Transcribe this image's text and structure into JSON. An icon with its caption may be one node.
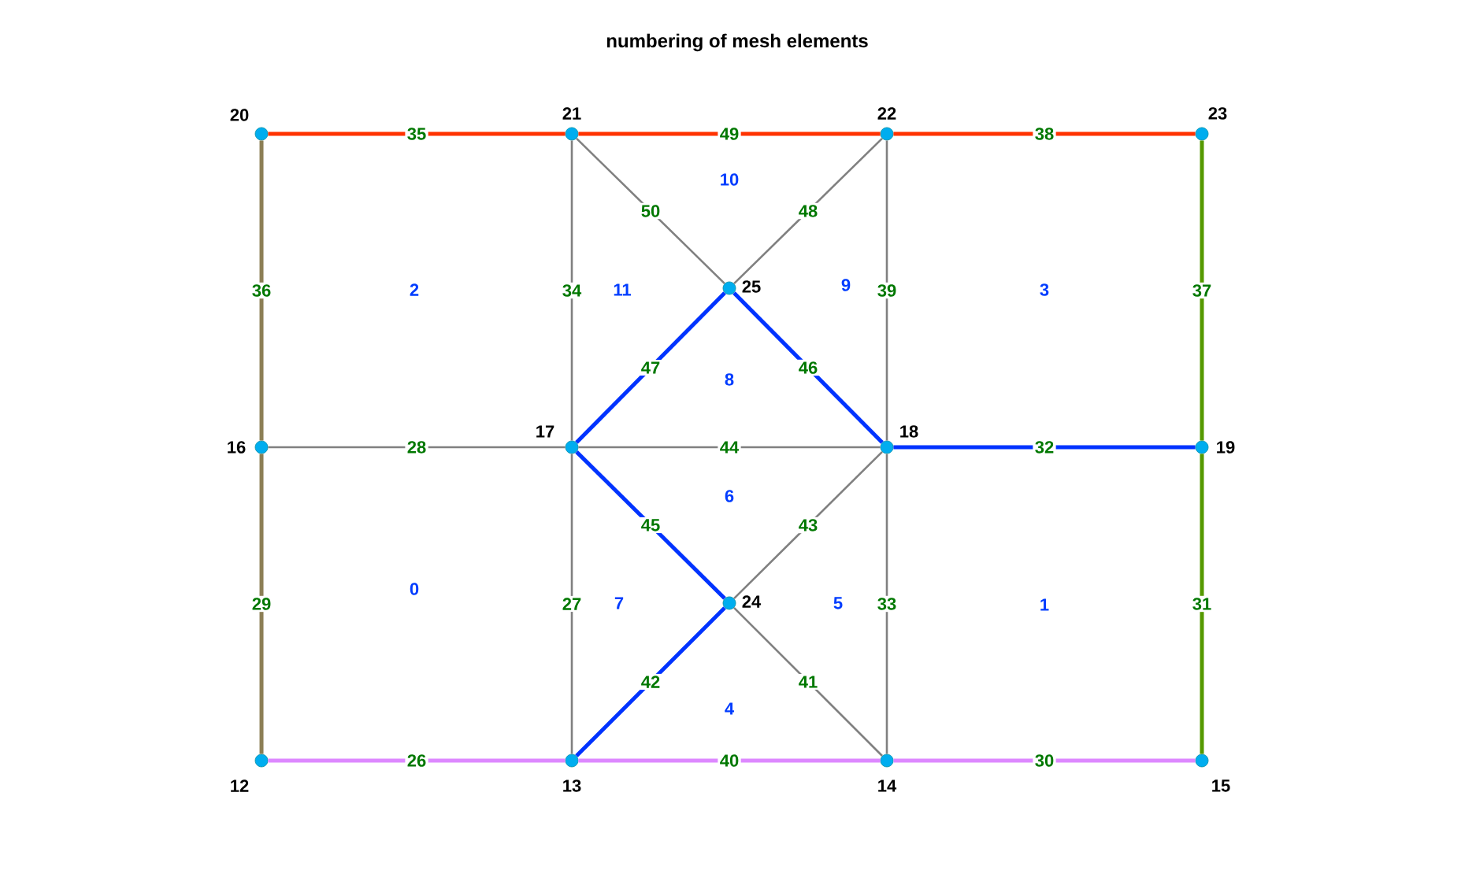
{
  "diagram": {
    "title": "numbering of mesh elements",
    "nodes": [
      {
        "text": [],
        "shape": "circle",
        "beside": [
          "20"
        ]
      },
      {
        "text": [],
        "shape": "circle",
        "beside": [
          "21"
        ]
      },
      {
        "text": [],
        "shape": "circle",
        "beside": [
          "22"
        ]
      },
      {
        "text": [],
        "shape": "circle",
        "beside": [
          "23"
        ]
      },
      {
        "text": [],
        "shape": "circle",
        "beside": [
          "25"
        ]
      },
      {
        "text": [],
        "shape": "circle",
        "beside": [
          "16"
        ]
      },
      {
        "text": [],
        "shape": "circle",
        "beside": [
          "17"
        ]
      },
      {
        "text": [],
        "shape": "circle",
        "beside": [
          "18"
        ]
      },
      {
        "text": [],
        "shape": "circle",
        "beside": [
          "19"
        ]
      },
      {
        "text": [],
        "shape": "circle",
        "beside": [
          "24"
        ]
      },
      {
        "text": [],
        "shape": "circle",
        "beside": [
          "12"
        ]
      },
      {
        "text": [],
        "shape": "circle",
        "beside": [
          "13"
        ]
      },
      {
        "text": [],
        "shape": "circle",
        "beside": [
          "14"
        ]
      },
      {
        "text": [],
        "shape": "circle",
        "beside": [
          "15"
        ]
      }
    ],
    "edges": [
      {
        "from": 0,
        "to": 1,
        "arrow": "none",
        "label": "35",
        "color": "#ff3300"
      },
      {
        "from": 1,
        "to": 2,
        "arrow": "none",
        "label": "49",
        "color": "#ff3300"
      },
      {
        "from": 2,
        "to": 3,
        "arrow": "none",
        "label": "38",
        "color": "#ff3300"
      },
      {
        "from": 0,
        "to": 5,
        "arrow": "none",
        "label": "36",
        "color": "#8c7f55"
      },
      {
        "from": 5,
        "to": 10,
        "arrow": "none",
        "label": "29",
        "color": "#8c7f55"
      },
      {
        "from": 3,
        "to": 8,
        "arrow": "none",
        "label": "37",
        "color": "#559900"
      },
      {
        "from": 8,
        "to": 13,
        "arrow": "none",
        "label": "31",
        "color": "#559900"
      },
      {
        "from": 10,
        "to": 11,
        "arrow": "none",
        "label": "26",
        "color": "#dd88ff"
      },
      {
        "from": 11,
        "to": 12,
        "arrow": "none",
        "label": "40",
        "color": "#dd88ff"
      },
      {
        "from": 12,
        "to": 13,
        "arrow": "none",
        "label": "30",
        "color": "#dd88ff"
      },
      {
        "from": 5,
        "to": 6,
        "arrow": "none",
        "label": "28"
      },
      {
        "from": 1,
        "to": 6,
        "arrow": "none",
        "label": "34"
      },
      {
        "from": 6,
        "to": 11,
        "arrow": "none",
        "label": "27"
      },
      {
        "from": 2,
        "to": 7,
        "arrow": "none",
        "label": "39"
      },
      {
        "from": 7,
        "to": 12,
        "arrow": "none",
        "label": "33"
      },
      {
        "from": 1,
        "to": 4,
        "arrow": "none",
        "label": "50"
      },
      {
        "from": 2,
        "to": 4,
        "arrow": "none",
        "label": "48"
      },
      {
        "from": 6,
        "to": 4,
        "arrow": "none",
        "label": "47",
        "color": "#0033ff"
      },
      {
        "from": 4,
        "to": 7,
        "arrow": "none",
        "label": "46",
        "color": "#0033ff"
      },
      {
        "from": 6,
        "to": 7,
        "arrow": "none",
        "label": "44"
      },
      {
        "from": 7,
        "to": 8,
        "arrow": "none",
        "label": "32",
        "color": "#0033ff"
      },
      {
        "from": 6,
        "to": 9,
        "arrow": "none",
        "label": "45",
        "color": "#0033ff"
      },
      {
        "from": 7,
        "to": 9,
        "arrow": "none",
        "label": "43"
      },
      {
        "from": 11,
        "to": 9,
        "arrow": "none",
        "label": "42",
        "color": "#0033ff"
      },
      {
        "from": 9,
        "to": 12,
        "arrow": "none",
        "label": "41"
      }
    ],
    "labels": [
      "10",
      "2",
      "11",
      "9",
      "3",
      "8",
      "6",
      "0",
      "7",
      "5",
      "1",
      "4"
    ]
  }
}
